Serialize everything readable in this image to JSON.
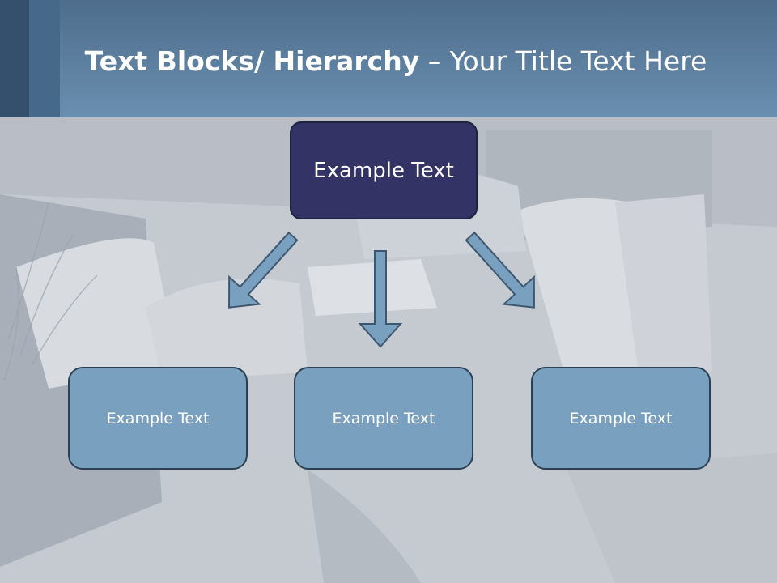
{
  "slide": {
    "title_bold": "Text Blocks/ Hierarchy",
    "title_dash": " – ",
    "title_rest": "Your Title Text Here"
  },
  "diagram": {
    "top": {
      "label": "Example Text"
    },
    "children": [
      {
        "label": "Example Text"
      },
      {
        "label": "Example Text"
      },
      {
        "label": "Example Text"
      }
    ]
  },
  "colors": {
    "header": "#6a8fb0",
    "top_box": "#333366",
    "child_box": "#7aa0bf",
    "arrow": "#7aa0bf"
  }
}
